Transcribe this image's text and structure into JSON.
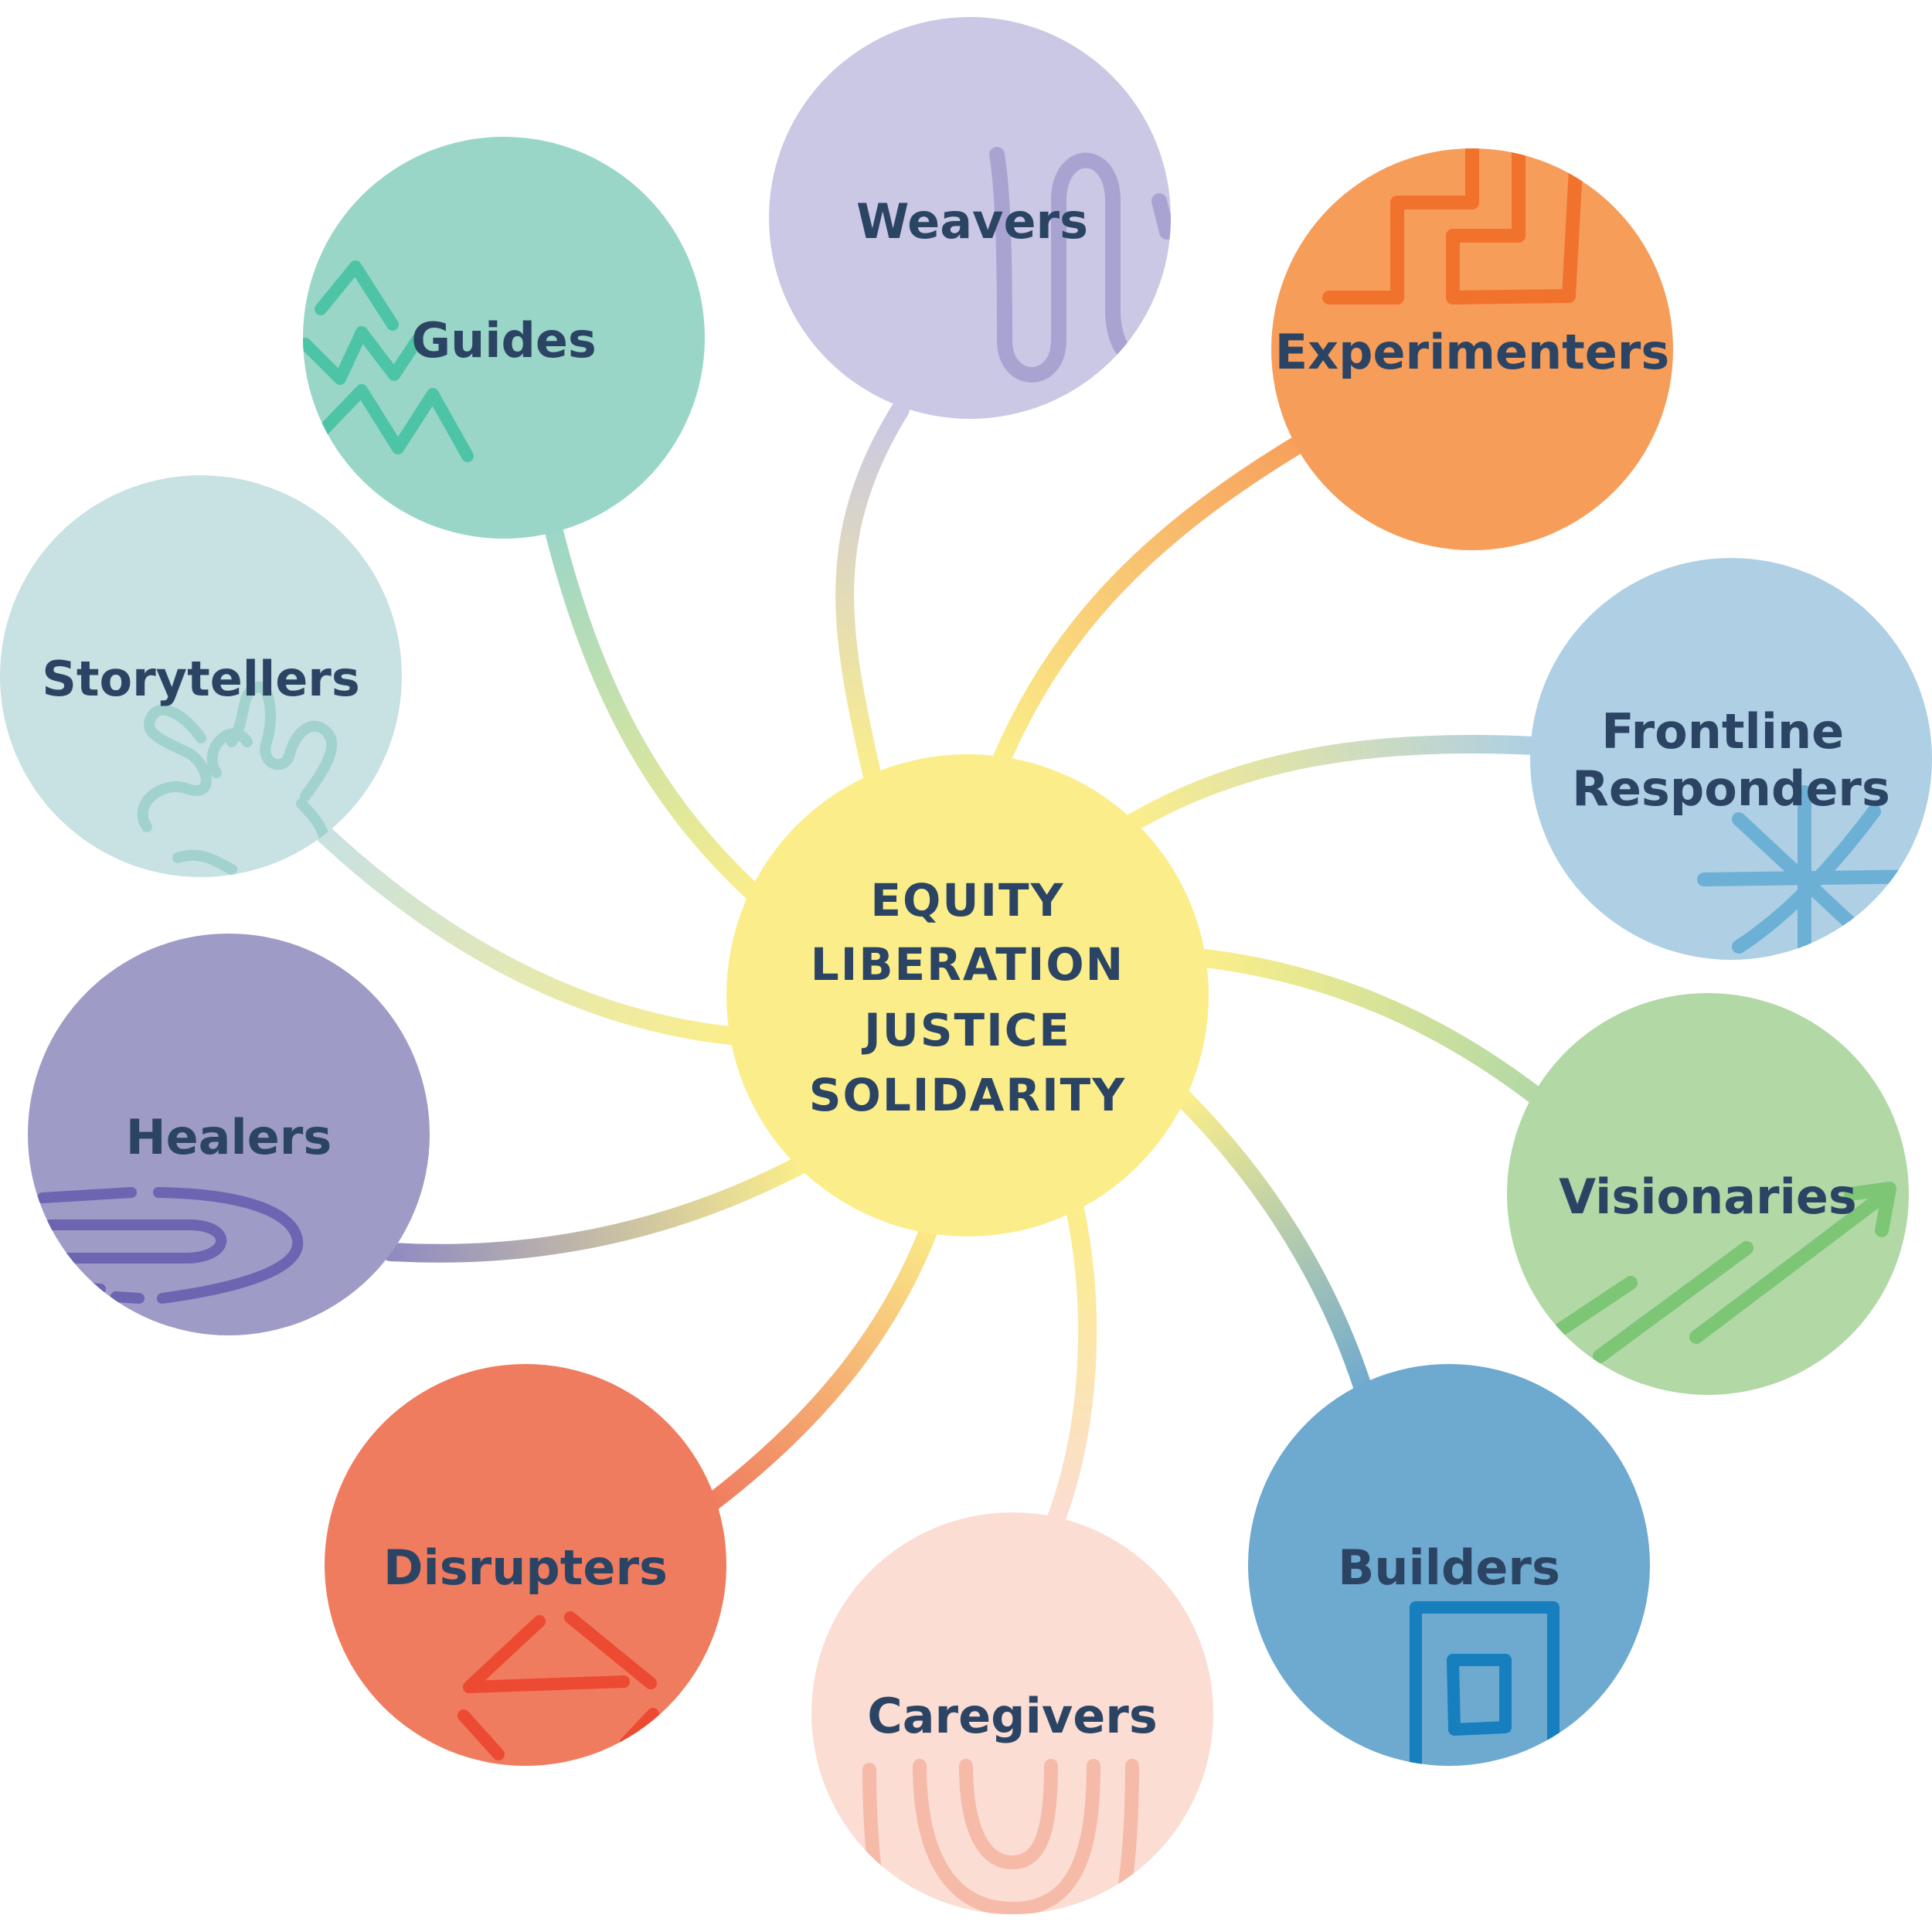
{
  "center": {
    "lines": [
      "EQUITY",
      "LIBERATION",
      "JUSTICE",
      "SOLIDARITY"
    ],
    "color": "#fbee8a"
  },
  "roles": [
    {
      "key": "weavers",
      "label": "Weavers",
      "color": "#cac8e5",
      "accent": "#a9a3d1",
      "motif": "weave-lines"
    },
    {
      "key": "experimenters",
      "label": "Experimenters",
      "color": "#f69d5a",
      "accent": "#f1722d",
      "motif": "step-lines"
    },
    {
      "key": "frontline",
      "label": "Frontline Responders",
      "color": "#aecfe4",
      "accent": "#6cb0d6",
      "motif": "star-burst"
    },
    {
      "key": "visionaries",
      "label": "Visionaries",
      "color": "#b2d8a6",
      "accent": "#7dc676",
      "motif": "rising-arrows"
    },
    {
      "key": "builders",
      "label": "Builders",
      "color": "#6ea9d0",
      "accent": "#177fbe",
      "motif": "nested-squares"
    },
    {
      "key": "caregivers",
      "label": "Caregivers",
      "color": "#fbddd3",
      "accent": "#f6baa8",
      "motif": "arch-lines"
    },
    {
      "key": "disrupters",
      "label": "Disrupters",
      "color": "#f07c5f",
      "accent": "#ec4a32",
      "motif": "broken-triangle"
    },
    {
      "key": "healers",
      "label": "Healers",
      "color": "#9e9bc7",
      "accent": "#6c65b2",
      "motif": "fingerprint-lines"
    },
    {
      "key": "storytellers",
      "label": "Storytellers",
      "color": "#c8e1e2",
      "accent": "#a2d2ce",
      "motif": "squiggles"
    },
    {
      "key": "guides",
      "label": "Guides",
      "color": "#9ad6c7",
      "accent": "#4ec4a6",
      "motif": "zigzags"
    }
  ]
}
